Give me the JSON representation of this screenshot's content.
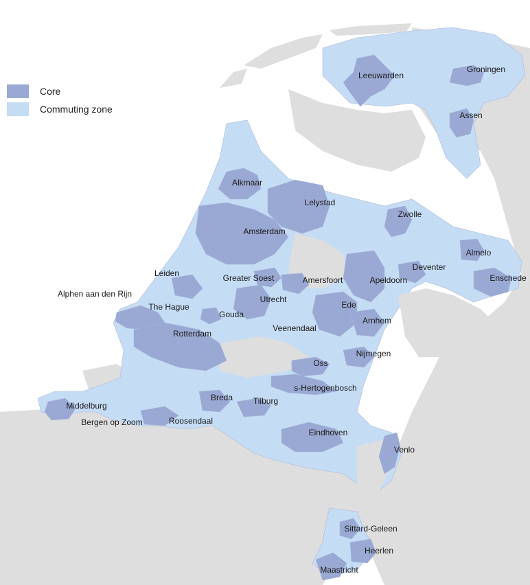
{
  "colors": {
    "background": "#ffffff",
    "land": "#dedede",
    "commuting": "#c5dcf5",
    "core": "#99a9d3",
    "boundary": "#aab8d8"
  },
  "legend": {
    "items": [
      {
        "label": "Core",
        "color": "#99a9d3"
      },
      {
        "label": "Commuting zone",
        "color": "#c5dcf5"
      }
    ]
  },
  "cities": [
    {
      "name": "Leeuwarden"
    },
    {
      "name": "Groningen"
    },
    {
      "name": "Assen"
    },
    {
      "name": "Alkmaar"
    },
    {
      "name": "Lelystad"
    },
    {
      "name": "Zwolle"
    },
    {
      "name": "Amsterdam"
    },
    {
      "name": "Almelo"
    },
    {
      "name": "Deventer"
    },
    {
      "name": "Enschede"
    },
    {
      "name": "Leiden"
    },
    {
      "name": "Greater Soest"
    },
    {
      "name": "Amersfoort"
    },
    {
      "name": "Apeldoorn"
    },
    {
      "name": "Alphen aan den Rijn"
    },
    {
      "name": "Utrecht"
    },
    {
      "name": "The Hague"
    },
    {
      "name": "Gouda"
    },
    {
      "name": "Ede"
    },
    {
      "name": "Veenendaal"
    },
    {
      "name": "Arnhem"
    },
    {
      "name": "Rotterdam"
    },
    {
      "name": "Nijmegen"
    },
    {
      "name": "Oss"
    },
    {
      "name": "s-Hertogenbosch"
    },
    {
      "name": "Middelburg"
    },
    {
      "name": "Breda"
    },
    {
      "name": "Tilburg"
    },
    {
      "name": "Bergen op Zoom"
    },
    {
      "name": "Roosendaal"
    },
    {
      "name": "Eindhoven"
    },
    {
      "name": "Venlo"
    },
    {
      "name": "Sittard-Geleen"
    },
    {
      "name": "Heerlen"
    },
    {
      "name": "Maastricht"
    }
  ]
}
